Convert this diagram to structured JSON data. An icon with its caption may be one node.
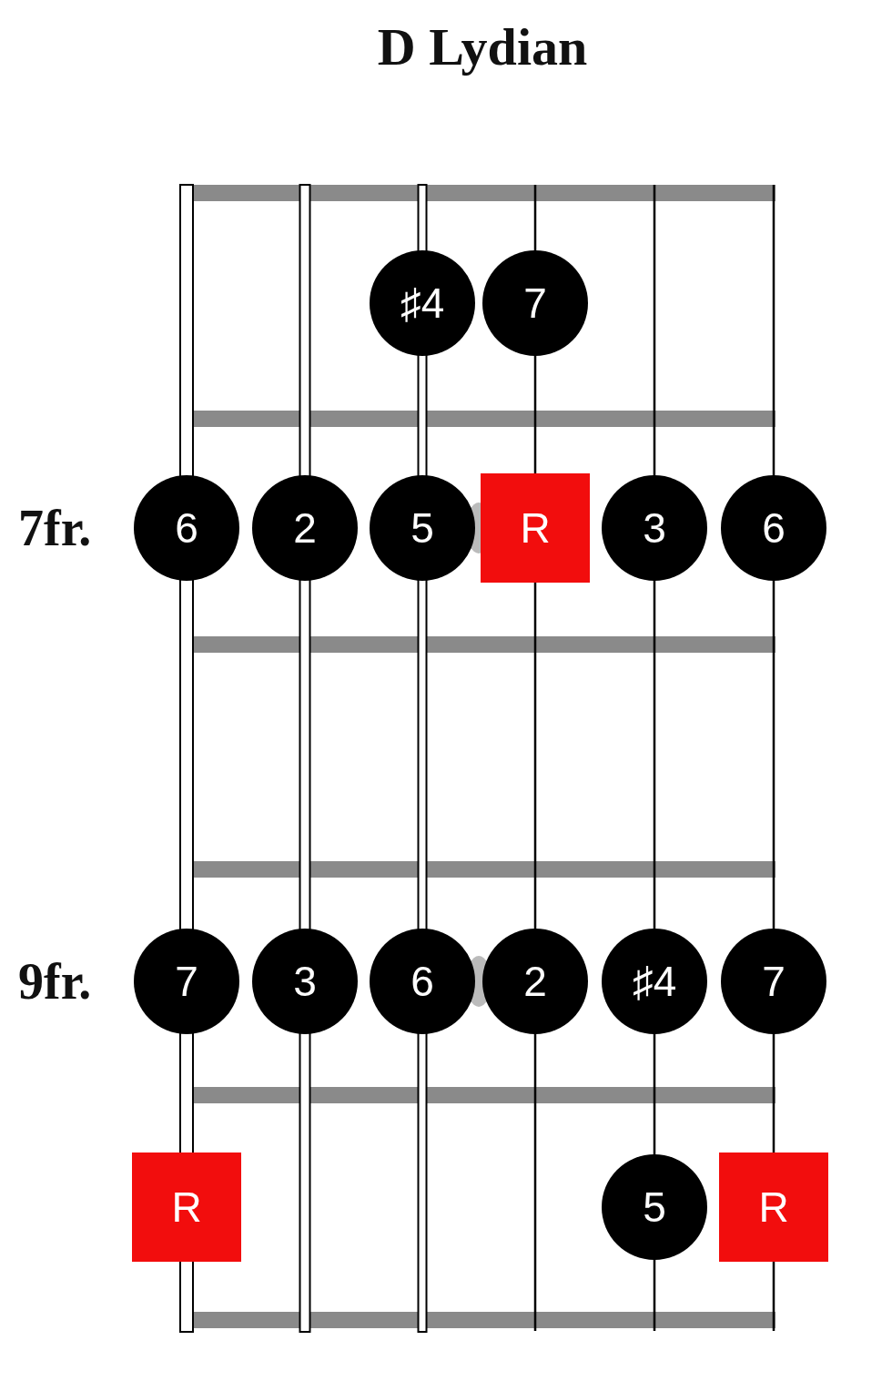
{
  "diagram": {
    "title": "D Lydian",
    "nodes": [
      {
        "text": [
          "♯4"
        ]
      },
      {
        "text": [
          "7"
        ]
      },
      {
        "text": [
          "6"
        ]
      },
      {
        "text": [
          "2"
        ]
      },
      {
        "text": [
          "5"
        ]
      },
      {
        "text": [
          "R"
        ]
      },
      {
        "text": [
          "3"
        ]
      },
      {
        "text": [
          "6"
        ]
      },
      {
        "text": [
          "7"
        ]
      },
      {
        "text": [
          "3"
        ]
      },
      {
        "text": [
          "6"
        ]
      },
      {
        "text": [
          "2"
        ]
      },
      {
        "text": [
          "♯4"
        ]
      },
      {
        "text": [
          "7"
        ]
      },
      {
        "text": [
          "R"
        ]
      },
      {
        "text": [
          "5"
        ]
      },
      {
        "text": [
          "R"
        ]
      }
    ],
    "labels": [
      "7fr.",
      "9fr."
    ]
  }
}
